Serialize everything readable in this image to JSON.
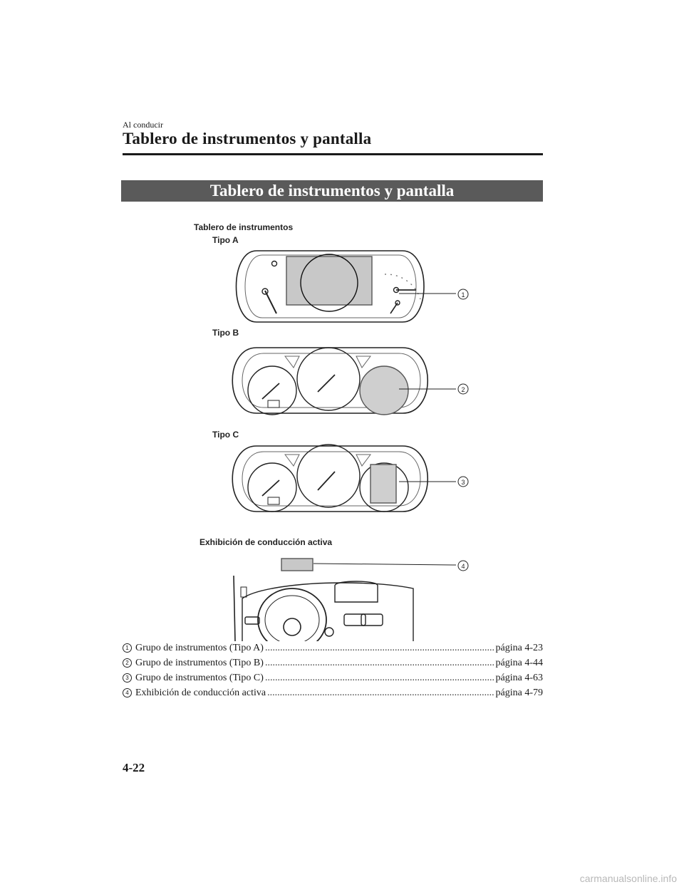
{
  "header": {
    "section": "Al conducir",
    "title": "Tablero de instrumentos y pantalla"
  },
  "banner": "Tablero de instrumentos y pantalla",
  "figure": {
    "group_label": "Tablero de instrumentos",
    "type_a": "Tipo A",
    "type_b": "Tipo B",
    "type_c": "Tipo C",
    "active_display": "Exhibición de conducción activa",
    "callouts": [
      "1",
      "2",
      "3",
      "4"
    ]
  },
  "references": [
    {
      "num": "1",
      "text": "Grupo de instrumentos (Tipo A)",
      "page": "página 4-23"
    },
    {
      "num": "2",
      "text": "Grupo de instrumentos (Tipo B)",
      "page": "página 4-44"
    },
    {
      "num": "3",
      "text": "Grupo de instrumentos (Tipo C)",
      "page": "página 4-63"
    },
    {
      "num": "4",
      "text": "Exhibición de conducción activa",
      "page": "página 4-79"
    }
  ],
  "footer": {
    "page_number": "4-22",
    "watermark": "carmanualsonline.info"
  }
}
